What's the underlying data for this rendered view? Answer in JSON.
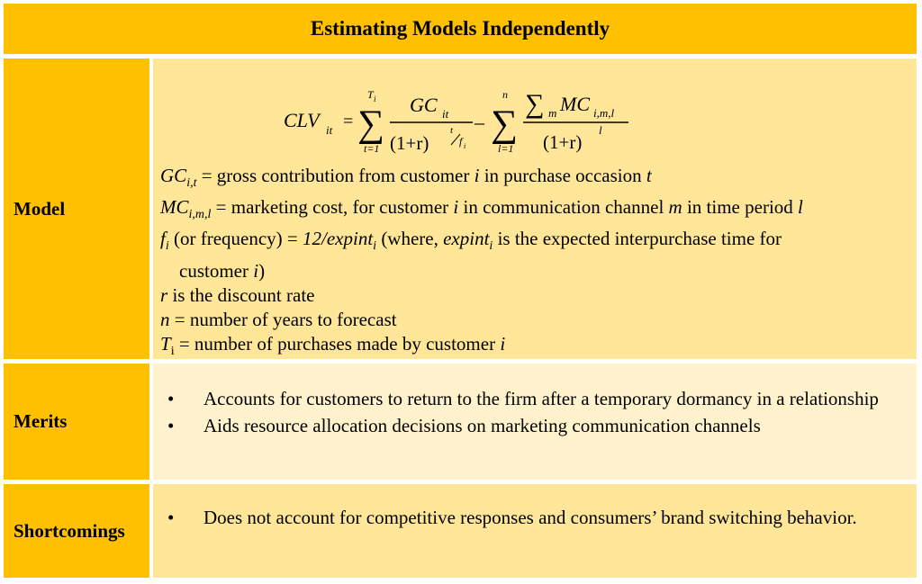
{
  "title": "Estimating Models Independently",
  "rows": {
    "model": {
      "label": "Model",
      "formula": {
        "lhs": "CLV",
        "lhs_sub": "it",
        "eq": "=",
        "sum_upper_1": "T",
        "sum_upper_1_sub": "i",
        "sum_lower_1": "t=1",
        "num_1": "GC",
        "num_1_sub": "it",
        "den_1": "(1+r)",
        "exp_1_num": "t",
        "exp_1_den": "f",
        "exp_1_den_sub": "i",
        "minus": "–",
        "sum_upper_2": "n",
        "sum_lower_2": "l=1",
        "sigma": "∑",
        "num_2_sum_sub": "m",
        "num_2": "MC",
        "num_2_sub": "i,m,l",
        "den_2": "(1+r)",
        "exp_2": "l"
      },
      "definitions": {
        "gc_symbol": "GC",
        "gc_sub": "i,t",
        "gc_text_1": " = gross contribution from customer ",
        "gc_i": "i",
        "gc_text_2": " in purchase occasion ",
        "gc_t": "t",
        "mc_symbol": "MC",
        "mc_sub": "i,m,l",
        "mc_text_1": " = marketing cost, for customer ",
        "mc_i": "i",
        "mc_text_2": " in communication channel ",
        "mc_m": "m",
        "mc_text_3": " in time period ",
        "mc_l": "l",
        "f_symbol": "f",
        "f_sub": "i",
        "f_text_1": " (or frequency) = ",
        "f_formula": "12/expint",
        "f_formula_sub": "i",
        "f_text_2": " (where, ",
        "f_expint": "expint",
        "f_expint_sub": "i",
        "f_text_3": " is the expected interpurchase time for",
        "f_cont_1": "customer ",
        "f_cont_i": "i",
        "f_cont_2": ")",
        "r_symbol": "r",
        "r_text": " is the discount rate",
        "n_symbol": "n",
        "n_text": " = number of years to forecast",
        "t_symbol": "T",
        "t_sub": "i",
        "t_text_1": " = number of purchases made by customer ",
        "t_i": "i"
      }
    },
    "merits": {
      "label": "Merits",
      "items": [
        "Accounts for customers to return to the firm after a temporary dormancy in a relationship",
        "Aids resource allocation decisions on marketing communication channels"
      ]
    },
    "shortcomings": {
      "label": "Shortcomings",
      "items": [
        "Does not account for competitive responses and consumers’ brand switching behavior."
      ]
    }
  }
}
